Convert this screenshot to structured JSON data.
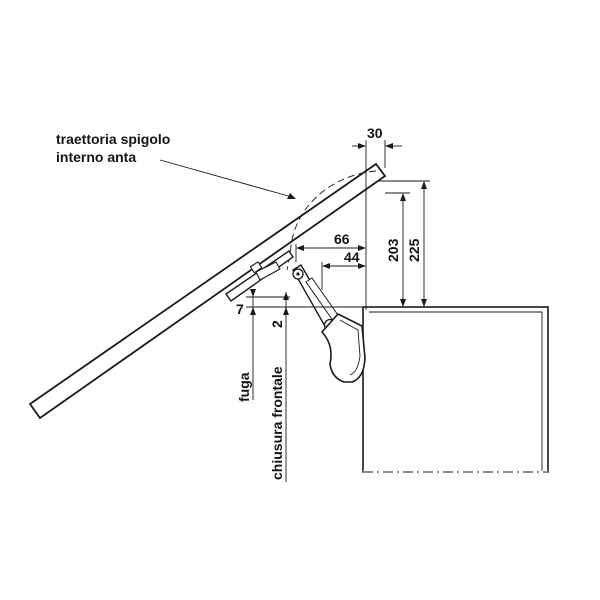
{
  "callout": {
    "line1": "traettoria spigolo",
    "line2": "interno anta"
  },
  "dimensions": {
    "d30": "30",
    "d66": "66",
    "d44": "44",
    "d203": "203",
    "d225": "225",
    "d7": "7",
    "d2": "2"
  },
  "labels": {
    "fuga": "fuga",
    "chiusura_frontale": "chiusura frontale"
  },
  "colors": {
    "ink": "#1a1a1a",
    "paper": "#ffffff"
  }
}
